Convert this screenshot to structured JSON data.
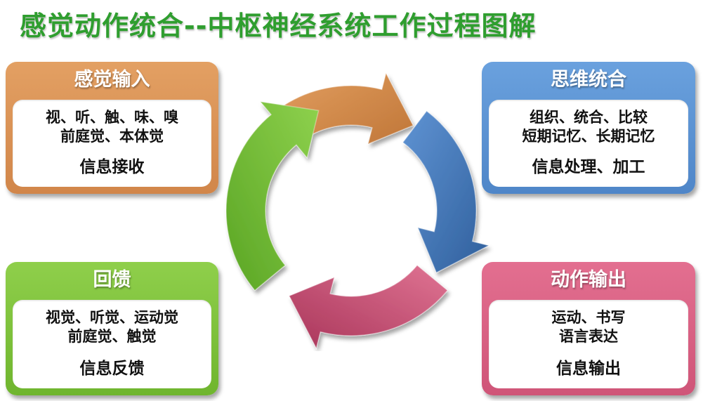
{
  "title": "感觉动作统合--中枢神经系统工作过程图解",
  "colors": {
    "title": "#2f9e2f",
    "sensory": "#d98f52",
    "thinking": "#5a90d2",
    "motor": "#d96082",
    "feedback": "#7cc23a"
  },
  "cards": {
    "sensory": {
      "heading": "感觉输入",
      "lines": [
        "视、听、触、味、嗅",
        "前庭觉、本体觉"
      ],
      "summary": "信息接收"
    },
    "thinking": {
      "heading": "思维统合",
      "lines": [
        "组织、统合、比较",
        "短期记忆、长期记忆"
      ],
      "summary": "信息处理、加工"
    },
    "feedback": {
      "heading": "回馈",
      "lines": [
        "视觉、听觉、运动觉",
        "前庭觉、触觉"
      ],
      "summary": "信息反馈"
    },
    "motor": {
      "heading": "动作输出",
      "lines": [
        "运动、书写",
        "语言表达"
      ],
      "summary": "信息输出"
    }
  },
  "cycle": {
    "arrow_order": [
      "sensory-to-thinking",
      "thinking-to-motor",
      "motor-to-feedback",
      "feedback-to-sensory"
    ]
  }
}
